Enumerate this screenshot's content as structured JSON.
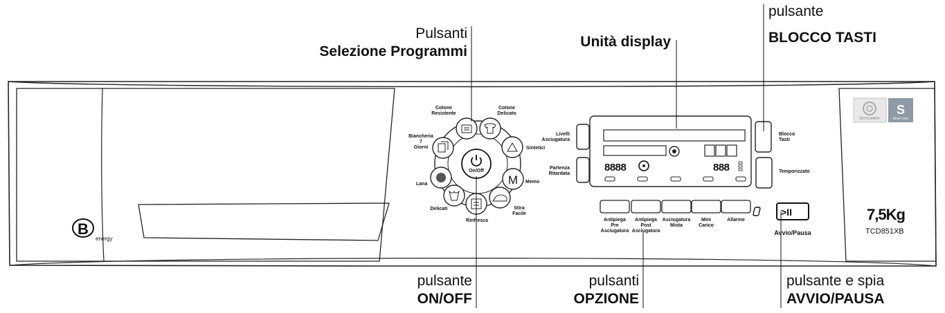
{
  "callouts": {
    "programs": {
      "line1": "Pulsanti",
      "line2": "Selezione Programmi"
    },
    "display": {
      "line1": "Unità display"
    },
    "keylock": {
      "line1": "pulsante",
      "line2": "BLOCCO TASTI"
    },
    "onoff": {
      "line1": "pulsante",
      "line2": "ON/OFF"
    },
    "options": {
      "line1": "pulsanti",
      "line2": "OPZIONE"
    },
    "startpause": {
      "line1": "pulsante e spia",
      "line2": "AVVIO/PAUSA"
    }
  },
  "programs": {
    "cotone_resistente": [
      "Cotone",
      "Resistente"
    ],
    "cotone_delicato": [
      "Cotone",
      "Delicato"
    ],
    "sintetici": [
      "Sintetici"
    ],
    "memo": [
      "Memo"
    ],
    "stira_facile": [
      "Stira",
      "Facile"
    ],
    "rinfresca": [
      "Rinfresca"
    ],
    "delicati": [
      "Delicati"
    ],
    "lana": [
      "Lana"
    ],
    "biancheria": [
      "Biancheria",
      "7",
      "Giorni"
    ],
    "onoff_label": "On/Off",
    "memo_letter": "M"
  },
  "display": {
    "left_top": [
      "Livelli",
      "Asciugatura"
    ],
    "left_bottom": [
      "Partenza",
      "Ritardata"
    ],
    "right_top": [
      "Blocco",
      "Tasti"
    ],
    "right_bottom": [
      "Temporizzato"
    ],
    "digits_left": "8888",
    "digits_right": "888"
  },
  "options": [
    [
      "Antipiega",
      "Pre",
      "Asciugatura"
    ],
    [
      "Antipiega",
      "Post",
      "Asciugatura"
    ],
    [
      "Asciugatura",
      "Mista"
    ],
    [
      "Mini",
      "Carico"
    ],
    [
      "Allarme"
    ]
  ],
  "startpause": {
    "label": "Avvio/Pausa",
    "glyph": ">II"
  },
  "brand": {
    "energy_letter": "B",
    "energy_word": "energy",
    "woolmark": "WOOLMARK",
    "silvercare": "silver care",
    "capacity": "7,5Kg",
    "model": "TCD851XB"
  }
}
